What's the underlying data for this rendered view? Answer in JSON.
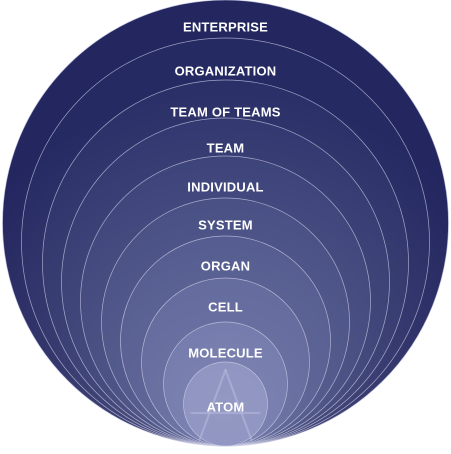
{
  "diagram": {
    "levels": [
      {
        "label": "ENTERPRISE",
        "fill": "#23265f"
      },
      {
        "label": "ORGANIZATION",
        "fill": "#262a63"
      },
      {
        "label": "TEAM OF TEAMS",
        "fill": "#2b3068"
      },
      {
        "label": "TEAM",
        "fill": "#30366e"
      },
      {
        "label": "INDIVIDUAL",
        "fill": "#363d75"
      },
      {
        "label": "SYSTEM",
        "fill": "#3d457d"
      },
      {
        "label": "ORGAN",
        "fill": "#464e86"
      },
      {
        "label": "CELL",
        "fill": "#525a92"
      },
      {
        "label": "MOLECULE",
        "fill": "#6169a1"
      },
      {
        "label": "ATOM",
        "fill": "#7c82b6"
      }
    ],
    "ring_stroke": "#c9cbe6",
    "inner_mark_color": "#b8bce0"
  }
}
